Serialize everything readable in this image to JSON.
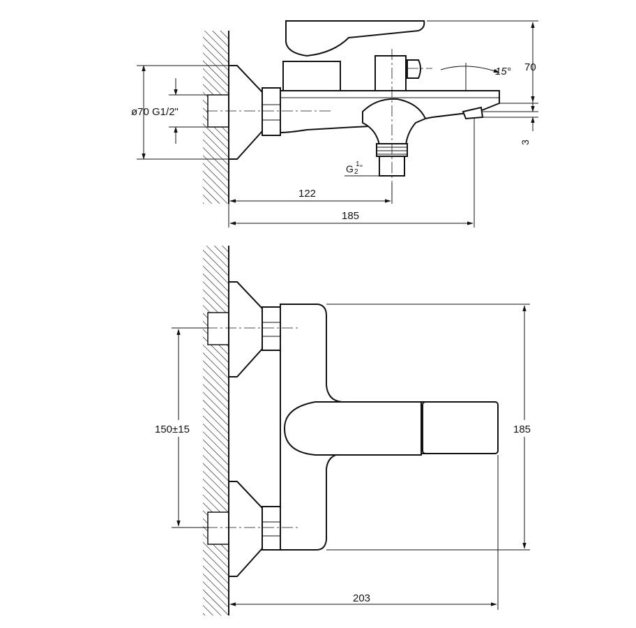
{
  "colors": {
    "ink": "#111111",
    "paper": "#ffffff"
  },
  "side_view": {
    "dims": {
      "mount": "ø70 G1/2\"",
      "spout_dist": "122",
      "total_len": "185",
      "height": "70",
      "spout_gap": "3",
      "outlet_thread_prefix": "G",
      "outlet_thread_num": "1",
      "outlet_thread_den": "2",
      "outlet_thread_suffix": "\"",
      "angle": "15°"
    }
  },
  "top_view": {
    "dims": {
      "centers": "150±15",
      "depth": "185",
      "total_width": "203"
    }
  }
}
